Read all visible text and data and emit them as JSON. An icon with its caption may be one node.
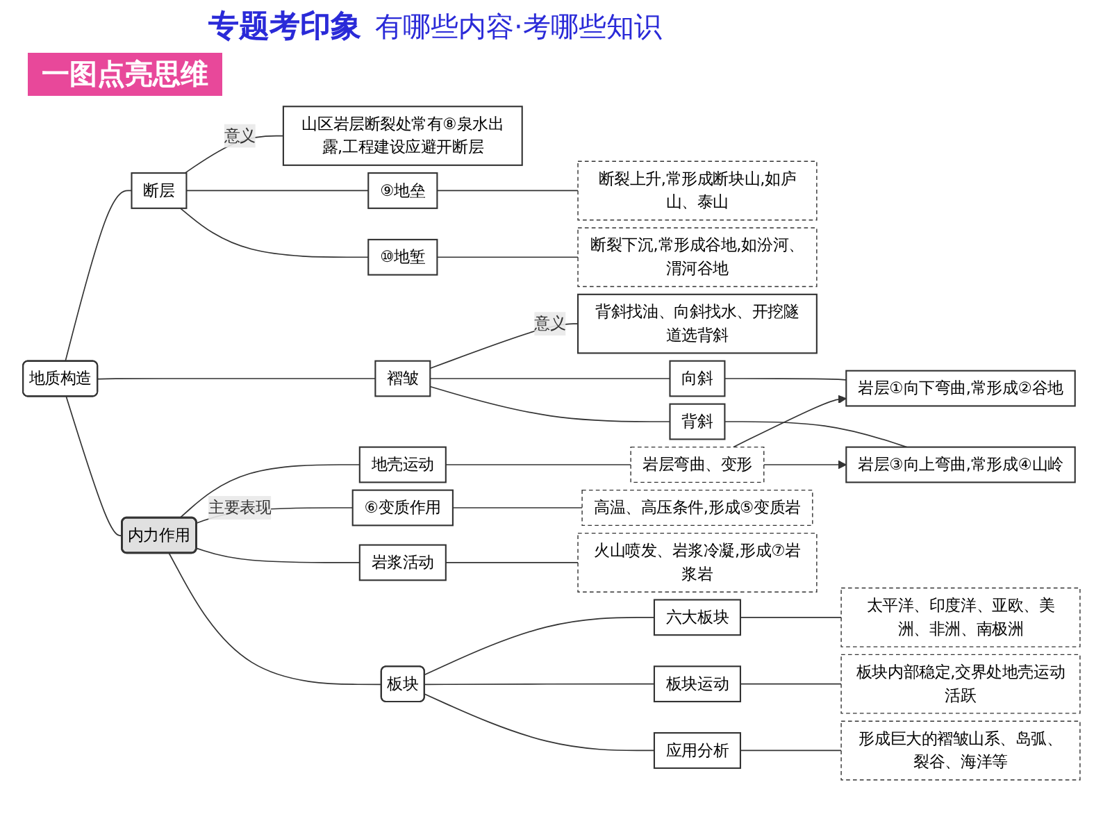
{
  "diagram": {
    "title": "专题考印象",
    "nodes": [
      {
        "text": [
          "地质构造"
        ]
      },
      {
        "text": [
          "褶皱"
        ]
      },
      {
        "text": [
          "断层"
        ]
      },
      {
        "text": [
          "内力作用"
        ]
      },
      {
        "text": [
          "板块"
        ]
      },
      {
        "text": [
          "背斜找油、向斜找水、开挖隧道选背斜"
        ]
      },
      {
        "text": [
          "向斜"
        ]
      },
      {
        "text": [
          "背斜"
        ]
      },
      {
        "text": [
          "岩层①向下弯曲,常形成②谷地"
        ]
      },
      {
        "text": [
          "岩层③向上弯曲,常形成④山岭"
        ]
      },
      {
        "text": [
          "山区岩层断裂处常有⑧泉水出露,工程建设应避开断层"
        ]
      },
      {
        "text": [
          "⑨地垒"
        ]
      },
      {
        "text": [
          "⑩地堑"
        ]
      },
      {
        "text": [
          "断裂上升,常形成断块山,如庐山、泰山"
        ]
      },
      {
        "text": [
          "断裂下沉,常形成谷地,如汾河、渭河谷地"
        ]
      },
      {
        "text": [
          "地壳运动"
        ]
      },
      {
        "text": [
          "⑥变质作用"
        ]
      },
      {
        "text": [
          "岩浆活动"
        ]
      },
      {
        "text": [
          "岩层弯曲、变形"
        ]
      },
      {
        "text": [
          "高温、高压条件,形成⑤变质岩"
        ]
      },
      {
        "text": [
          "火山喷发、岩浆冷凝,形成⑦岩浆岩"
        ]
      },
      {
        "text": [
          "六大板块"
        ]
      },
      {
        "text": [
          "板块运动"
        ]
      },
      {
        "text": [
          "应用分析"
        ]
      },
      {
        "text": [
          "太平洋、印度洋、亚欧、美洲、非洲、南极洲"
        ]
      },
      {
        "text": [
          "板块内部稳定,交界处地壳运动活跃"
        ]
      },
      {
        "text": [
          "形成巨大的褶皱山系、岛弧、裂谷、海洋等"
        ]
      }
    ],
    "edges": [
      {
        "from": 0,
        "to": 1,
        "arrow": "none"
      },
      {
        "from": 0,
        "to": 2,
        "arrow": "none"
      },
      {
        "from": 0,
        "to": 3,
        "arrow": "none"
      },
      {
        "from": 3,
        "to": 4,
        "arrow": "none"
      },
      {
        "from": 1,
        "to": 5,
        "arrow": "none",
        "label": "意义"
      },
      {
        "from": 1,
        "to": 6,
        "arrow": "none"
      },
      {
        "from": 1,
        "to": 7,
        "arrow": "none"
      },
      {
        "from": 6,
        "to": 8,
        "arrow": "none"
      },
      {
        "from": 7,
        "to": 9,
        "arrow": "none"
      },
      {
        "from": 2,
        "to": 10,
        "arrow": "none",
        "label": "意义"
      },
      {
        "from": 2,
        "to": 11,
        "arrow": "none"
      },
      {
        "from": 2,
        "to": 12,
        "arrow": "none"
      },
      {
        "from": 11,
        "to": 13,
        "arrow": "none"
      },
      {
        "from": 12,
        "to": 14,
        "arrow": "none"
      },
      {
        "from": 3,
        "to": 15,
        "arrow": "none"
      },
      {
        "from": 3,
        "to": 16,
        "arrow": "none",
        "label": "主要表现"
      },
      {
        "from": 3,
        "to": 17,
        "arrow": "none"
      },
      {
        "from": 15,
        "to": 18,
        "arrow": "none"
      },
      {
        "from": 16,
        "to": 19,
        "arrow": "none"
      },
      {
        "from": 17,
        "to": 20,
        "arrow": "none"
      },
      {
        "from": 18,
        "to": 8,
        "arrow": "to"
      },
      {
        "from": 18,
        "to": 9,
        "arrow": "to"
      },
      {
        "from": 4,
        "to": 21,
        "arrow": "none"
      },
      {
        "from": 4,
        "to": 22,
        "arrow": "none"
      },
      {
        "from": 4,
        "to": 23,
        "arrow": "none"
      },
      {
        "from": 21,
        "to": 24,
        "arrow": "none"
      },
      {
        "from": 22,
        "to": 25,
        "arrow": "none"
      },
      {
        "from": 23,
        "to": 26,
        "arrow": "none"
      }
    ],
    "labels": [
      "有哪些内容·考哪些知识",
      "一图点亮思维"
    ]
  }
}
